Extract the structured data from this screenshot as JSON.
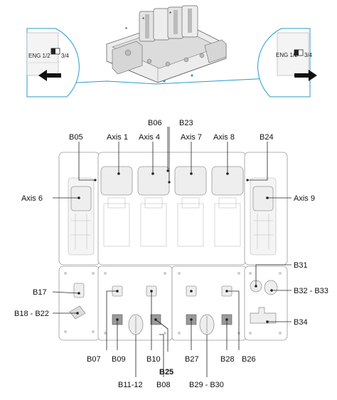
{
  "callout_left": {
    "switch_left": "ENG 1/2",
    "switch_right": "3/4"
  },
  "callout_right": {
    "switch_left": "ENG 1/2",
    "switch_right": "3/4"
  },
  "labels": {
    "b05": "B05",
    "axis1": "Axis 1",
    "axis4": "Axis 4",
    "b06": "B06",
    "b23": "B23",
    "axis7": "Axis 7",
    "axis8": "Axis 8",
    "b24": "B24",
    "axis6": "Axis 6",
    "axis9": "Axis 9",
    "b31": "B31",
    "b17": "B17",
    "b32_33": "B32 - B33",
    "b18_22": "B18 - B22",
    "b34": "B34",
    "b07": "B07",
    "b09": "B09",
    "b10": "B10",
    "b27": "B27",
    "b28": "B28",
    "b26": "B26",
    "b25": "B25",
    "b11_12": "B11-12",
    "b08": "B08",
    "b29_30": "B29 - B30"
  }
}
